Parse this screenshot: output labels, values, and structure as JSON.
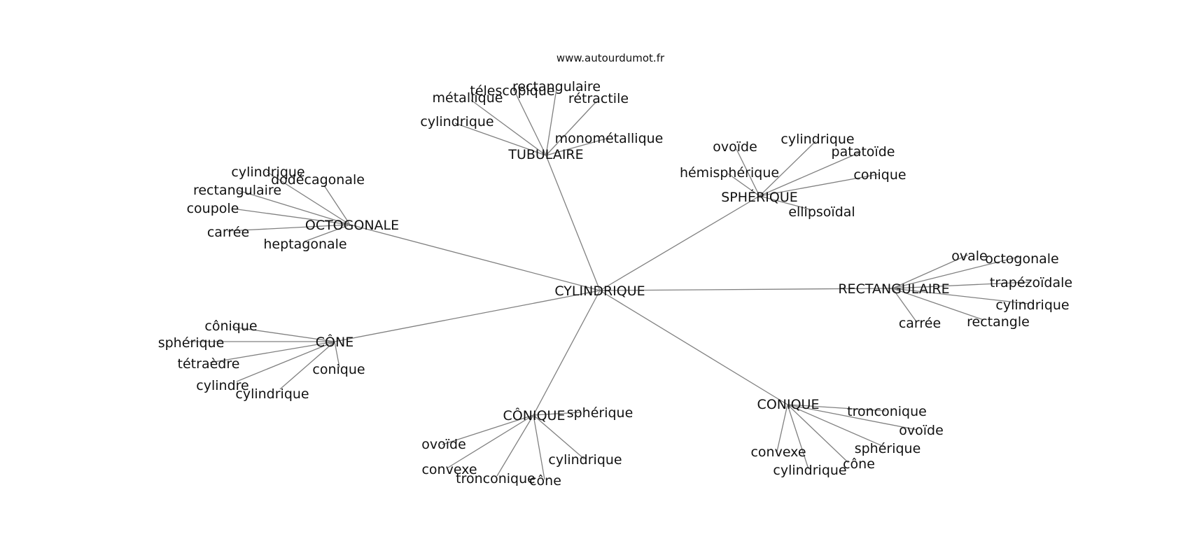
{
  "credit": "www.autourdumot.fr",
  "root": "CYLINDRIQUE",
  "clusters": {
    "tubulaire": {
      "label": "TUBULAIRE",
      "leaves": [
        "rectangulaire",
        "télescopique",
        "métallique",
        "rétractile",
        "cylindrique",
        "monométallique"
      ]
    },
    "spherique": {
      "label": "SPHÉRIQUE",
      "leaves": [
        "ovoïde",
        "cylindrique",
        "patatoïde",
        "hémisphérique",
        "conique",
        "ellipsoïdal"
      ]
    },
    "octogonale": {
      "label": "OCTOGONALE",
      "leaves": [
        "cylindrique",
        "dodécagonale",
        "rectangulaire",
        "coupole",
        "carrée",
        "heptagonale"
      ]
    },
    "rectangulaire": {
      "label": "RECTANGULAIRE",
      "leaves": [
        "ovale",
        "octogonale",
        "trapézoïdale",
        "cylindrique",
        "carrée",
        "rectangle"
      ]
    },
    "cone": {
      "label": "CÔNE",
      "leaves": [
        "cônique",
        "sphérique",
        "tétraèdre",
        "cylindre",
        "cylindrique",
        "conique"
      ]
    },
    "conique_accent": {
      "label": "CÔNIQUE",
      "leaves": [
        "sphérique",
        "ovoïde",
        "convexe",
        "tronconique",
        "cône",
        "cylindrique"
      ]
    },
    "conique": {
      "label": "CONIQUE",
      "leaves": [
        "tronconique",
        "ovoïde",
        "sphérique",
        "convexe",
        "cône",
        "cylindrique"
      ]
    }
  }
}
